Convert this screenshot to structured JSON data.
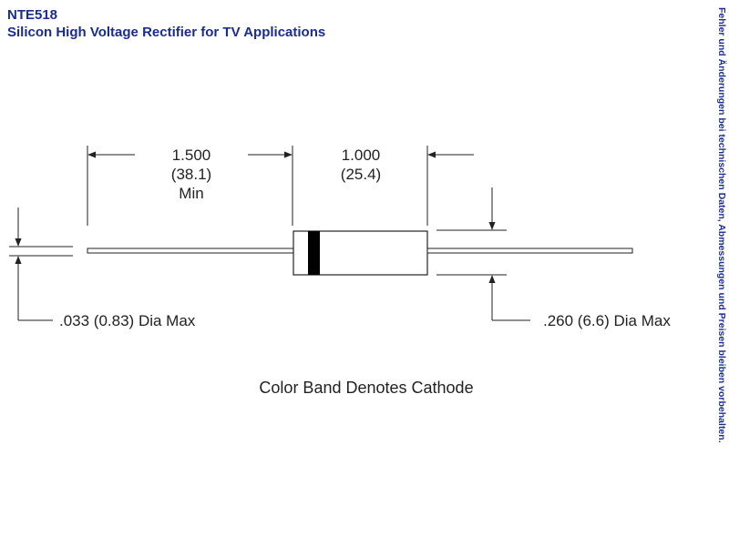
{
  "header": {
    "part_number": "NTE518",
    "description": "Silicon High Voltage Rectifier for TV Applications"
  },
  "side_note": "Fehler und Änderungen bei technischen Daten, Abmessungen und Preisen bleiben vorbehalten.",
  "dimensions": {
    "lead_length": {
      "inches": "1.500",
      "mm": "(38.1)",
      "qualifier": "Min"
    },
    "body_length": {
      "inches": "1.000",
      "mm": "(25.4)"
    },
    "lead_diameter": ".033 (0.83) Dia Max",
    "body_diameter": ".260 (6.6) Dia Max"
  },
  "caption": "Color Band Denotes Cathode",
  "colors": {
    "title": "#1a2d8f",
    "line": "#222222",
    "band": "#000000"
  }
}
